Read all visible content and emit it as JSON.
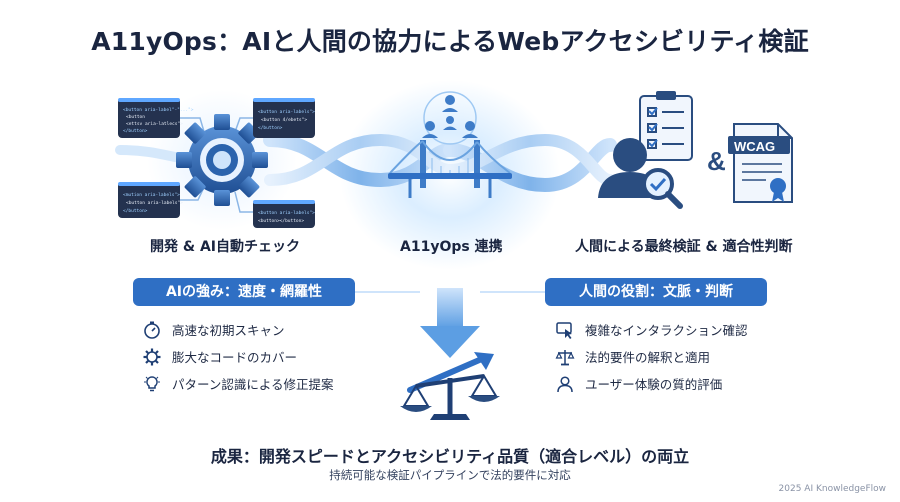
{
  "title": "A11yOps：AIと人間の協力によるWebアクセシビリティ検証",
  "stages": {
    "left": "開発 & AI自動チェック",
    "center": "A11yOps 連携",
    "right": "人間による最終検証 & 適合性判断"
  },
  "code_snippets": {
    "snippet_1": [
      "<button aria-label\"-\"...\">",
      "<button",
      "<ettsv aria-latlecs\">",
      "</button>"
    ],
    "snippet_2": [
      "<button aria-labels\">",
      "<button 4/ebets\">",
      "</button>"
    ],
    "snippet_3": [
      "<mution aria-labels\">",
      "<button aria-labels\">",
      "</button>"
    ],
    "snippet_4": [
      "<button aria-labels\">",
      "<button></button>"
    ]
  },
  "ai_strengths": {
    "heading": "AIの強み：速度・網羅性",
    "items": [
      {
        "icon": "stopwatch-icon",
        "label": "高速な初期スキャン"
      },
      {
        "icon": "gear-icon",
        "label": "膨大なコードのカバー"
      },
      {
        "icon": "lightbulb-icon",
        "label": "パターン認識による修正提案"
      }
    ]
  },
  "human_role": {
    "heading": "人間の役割：文脈・判断",
    "items": [
      {
        "icon": "interaction-icon",
        "label": "複雑なインタラクション確認"
      },
      {
        "icon": "scales-icon",
        "label": "法的要件の解釈と適用"
      },
      {
        "icon": "user-icon",
        "label": "ユーザー体験の質的評価"
      }
    ]
  },
  "ampersand": "&",
  "wcag_label": "WCAG",
  "result": {
    "title": "成果：開発スピードとアクセシビリティ品質（適合レベル）の両立",
    "subtitle": "持続可能な検証パイプラインで法的要件に対応"
  },
  "copyright": "2025 AI KnowledgeFlow",
  "colors": {
    "primary": "#2f6fc4",
    "light_blue": "#9fc9f3",
    "dark_navy": "#1a2540",
    "glow": "#d7ecff"
  }
}
